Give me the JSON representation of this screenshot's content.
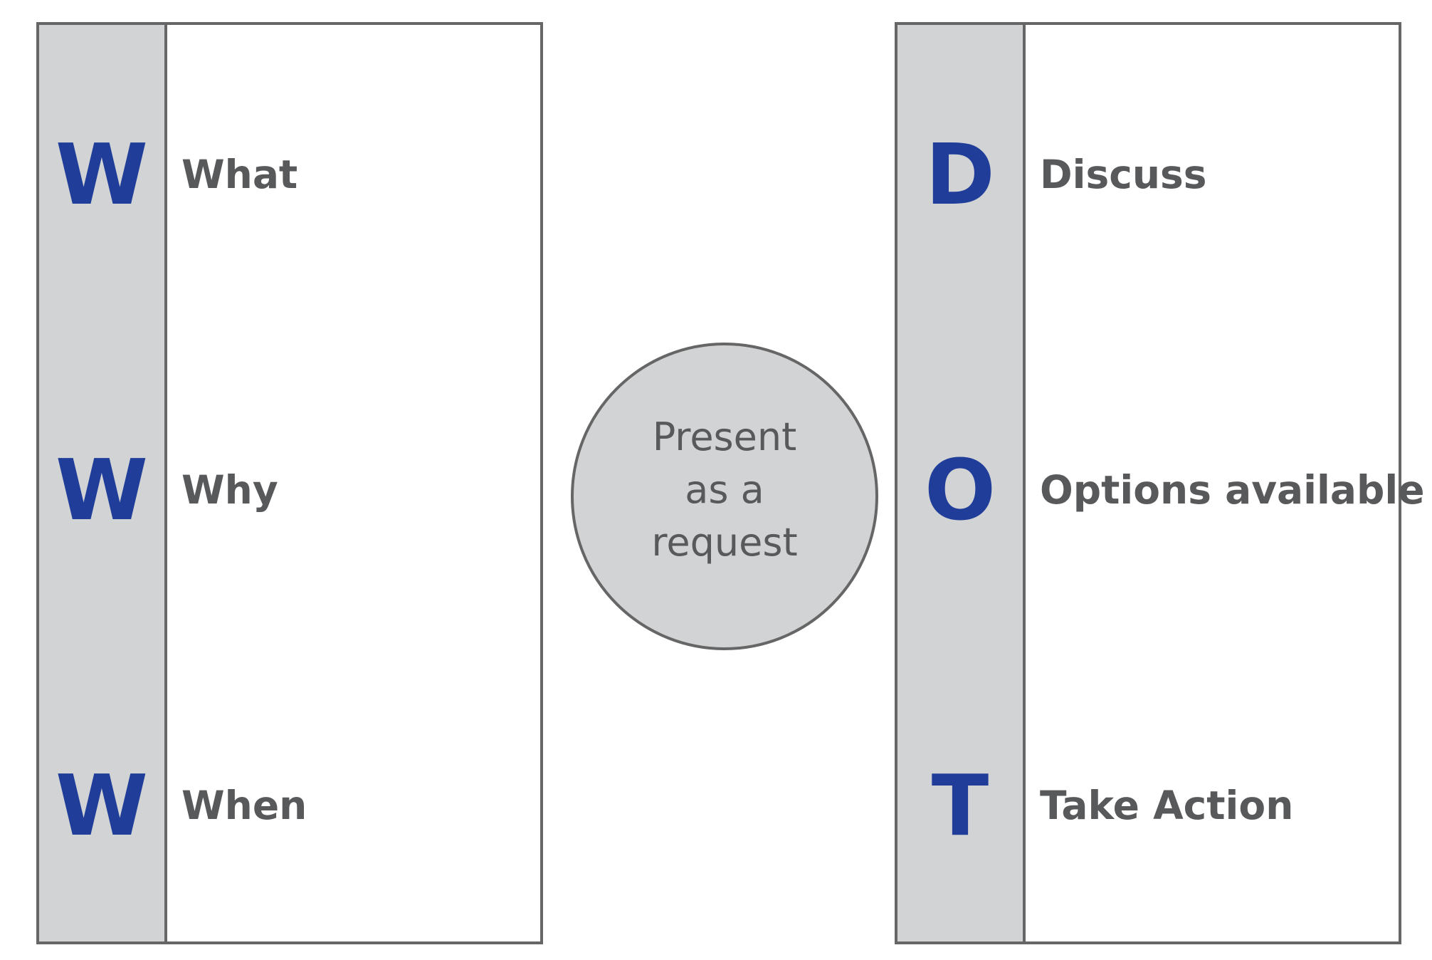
{
  "colors": {
    "letter": "#1f3d99",
    "label": "#58595b",
    "strip": "#d1d3d4",
    "border": "#666666"
  },
  "left_panel": {
    "items": [
      {
        "letter": "W",
        "label": "What"
      },
      {
        "letter": "W",
        "label": "Why"
      },
      {
        "letter": "W",
        "label": "When"
      }
    ]
  },
  "center": {
    "lines": [
      "Present",
      "as a",
      "request"
    ]
  },
  "right_panel": {
    "items": [
      {
        "letter": "D",
        "label": "Discuss"
      },
      {
        "letter": "O",
        "label": "Options available"
      },
      {
        "letter": "T",
        "label": "Take Action"
      }
    ]
  }
}
